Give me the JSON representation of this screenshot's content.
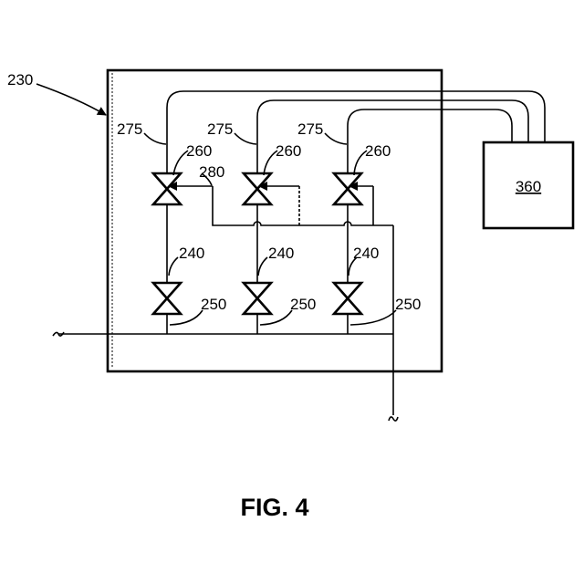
{
  "figure": {
    "caption": "FIG. 4"
  },
  "labels": {
    "enclosure": "230",
    "controller": "360",
    "feed_line": "275",
    "upper_valve": "260",
    "lower_valve": "240",
    "outlet": "250",
    "manifold": "280"
  }
}
